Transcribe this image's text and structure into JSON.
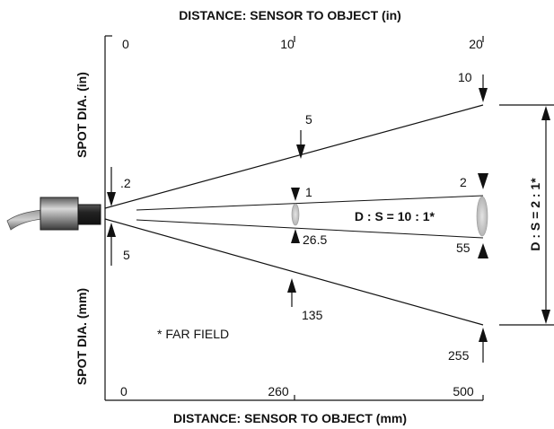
{
  "title_top": "DISTANCE: SENSOR TO OBJECT (in)",
  "title_bottom": "DISTANCE: SENSOR TO OBJECT (mm)",
  "y_label_top": "SPOT DIA. (in)",
  "y_label_bottom": "SPOT DIA. (mm)",
  "ticks_in": [
    "0",
    "10",
    "20"
  ],
  "ticks_mm": [
    "0",
    "260",
    "500"
  ],
  "spot_in": {
    "origin": ".2",
    "near_mid": "1",
    "wide_mid": "5",
    "near_end": "2",
    "wide_end": "10"
  },
  "spot_mm": {
    "origin": "5",
    "near_mid": "26.5",
    "wide_mid": "135",
    "near_end": "55",
    "wide_end": "255"
  },
  "ratio_near": "D : S = 10 : 1*",
  "ratio_wide": "D : S = 2 : 1*",
  "footnote": "* FAR FIELD",
  "colors": {
    "line": "#111111",
    "spot": "#c4c4c4",
    "sensor_body": "#7a7a7a",
    "sensor_tip": "#2a2a2a",
    "cable": "#8a8a8a"
  }
}
